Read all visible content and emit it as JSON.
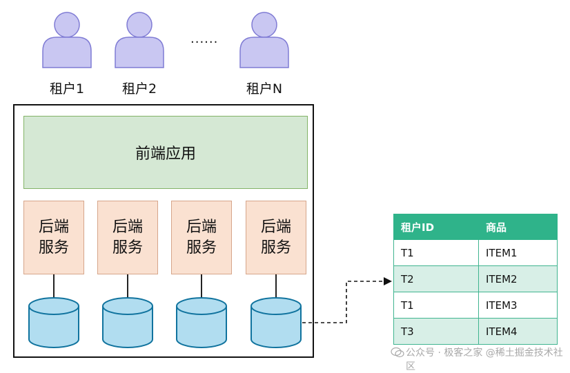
{
  "tenants": [
    {
      "label": "租户1"
    },
    {
      "label": "租户2"
    },
    {
      "label": "租户N"
    }
  ],
  "ellipsis": "......",
  "frontend_label": "前端应用",
  "backend_services": [
    {
      "line1": "后端",
      "line2": "服务"
    },
    {
      "line1": "后端",
      "line2": "服务"
    },
    {
      "line1": "后端",
      "line2": "服务"
    },
    {
      "line1": "后端",
      "line2": "服务"
    }
  ],
  "table": {
    "headers": [
      "租户ID",
      "商品"
    ],
    "rows": [
      [
        "T1",
        "ITEM1"
      ],
      [
        "T2",
        "ITEM2"
      ],
      [
        "T1",
        "ITEM3"
      ],
      [
        "T3",
        "ITEM4"
      ]
    ]
  },
  "watermark": "公众号 · 极客之家 @稀土掘金技术社区",
  "colors": {
    "person_fill": "#c9c7f2",
    "person_stroke": "#7f7bd4",
    "frontend_fill": "#d5e8d4",
    "backend_fill": "#fae1d1",
    "db_fill": "#b1ddf0",
    "db_stroke": "#10739e",
    "table_header": "#2fb38a",
    "table_alt_row": "#d8efe7"
  }
}
